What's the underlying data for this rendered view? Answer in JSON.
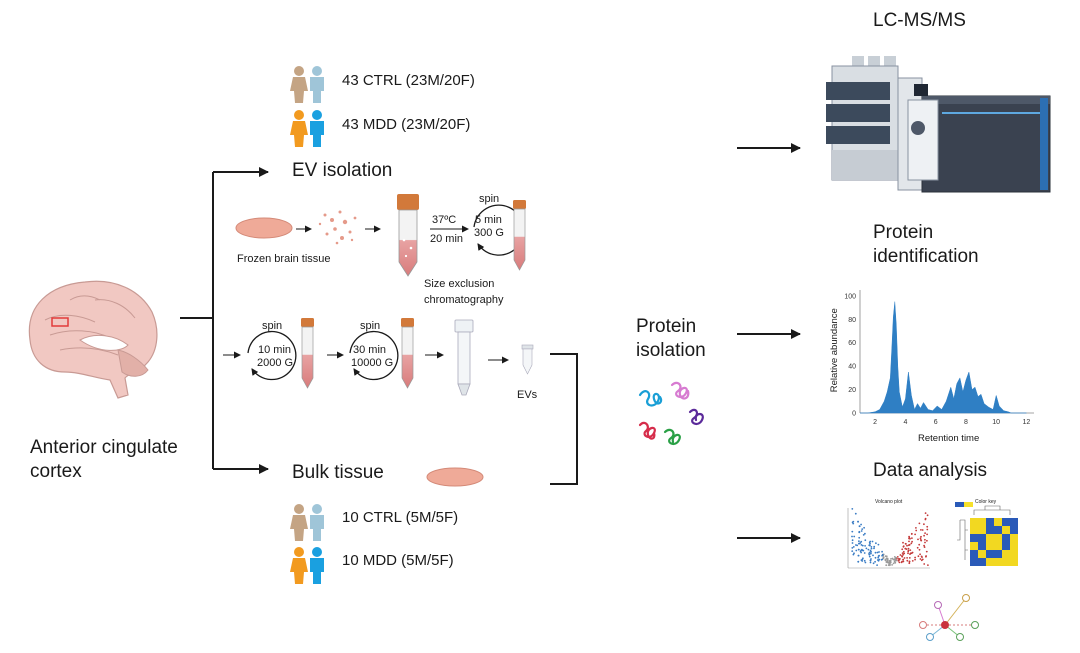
{
  "cohorts": {
    "ev": {
      "ctrl": "43 CTRL (23M/20F)",
      "mdd": "43 MDD (23M/20F)"
    },
    "bulk": {
      "ctrl": "10 CTRL (5M/5F)",
      "mdd": "10 MDD (5M/5F)"
    }
  },
  "region": {
    "line1": "Anterior cingulate",
    "line2": "cortex"
  },
  "ev_isolation": {
    "title": "EV isolation",
    "frozen_tissue": "Frozen brain tissue",
    "incubation_temp": "37ºC",
    "incubation_time": "20 min",
    "spin1_label": "spin",
    "spin1_time": "5 min",
    "spin1_force": "300 G",
    "sec_line1": "Size exclusion",
    "sec_line2": "chromatography",
    "spin2_label": "spin",
    "spin2_time": "10 min",
    "spin2_force": "2000 G",
    "spin3_label": "spin",
    "spin3_time": "30 min",
    "spin3_force": "10000 G",
    "evs": "EVs"
  },
  "bulk": {
    "title": "Bulk tissue"
  },
  "protein_isolation": {
    "line1": "Protein",
    "line2": "isolation"
  },
  "lcms": {
    "title": "LC-MS/MS"
  },
  "protein_identification": {
    "line1": "Protein",
    "line2": "identification"
  },
  "data_analysis": {
    "title": "Data analysis",
    "volcano_title": "Volcano plot",
    "heatmap_legend": "Color key"
  },
  "colors": {
    "ctrl_female": "#c4a484",
    "ctrl_male": "#9fc5d8",
    "mdd_female": "#f29a1f",
    "mdd_male": "#1aa0e0",
    "tube_cap": "#d2793a",
    "chromatogram": "#2f7fc4",
    "arrow": "#1a1a1a"
  },
  "chart_data": {
    "type": "area",
    "title": "",
    "xlabel": "Retention time",
    "ylabel": "Relative abundance",
    "xlim": [
      1,
      12.5
    ],
    "ylim": [
      0,
      105
    ],
    "x_ticks": [
      "2",
      "4",
      "6",
      "8",
      "10",
      "12"
    ],
    "y_ticks": [
      "0",
      "20",
      "40",
      "60",
      "80",
      "100"
    ],
    "series": [
      {
        "x": [
          1.0,
          1.5,
          2.0,
          2.3,
          2.6,
          2.8,
          3.0,
          3.1,
          3.2,
          3.3,
          3.4,
          3.5,
          3.6,
          3.8,
          4.0,
          4.2,
          4.4,
          4.6,
          4.8,
          5.0,
          5.2,
          5.5,
          5.8,
          6.1,
          6.4,
          6.7,
          7.0,
          7.2,
          7.4,
          7.6,
          7.8,
          8.0,
          8.2,
          8.4,
          8.6,
          8.8,
          9.0,
          9.2,
          9.5,
          9.8,
          10.0,
          10.2,
          10.5,
          10.8,
          11.0,
          11.5,
          12.0
        ],
        "y": [
          0,
          0,
          1,
          3,
          10,
          18,
          30,
          55,
          82,
          95,
          75,
          40,
          18,
          5,
          12,
          35,
          15,
          3,
          8,
          4,
          9,
          3,
          2,
          6,
          3,
          10,
          22,
          12,
          25,
          30,
          18,
          28,
          35,
          20,
          22,
          14,
          16,
          8,
          5,
          3,
          15,
          6,
          2,
          1,
          0,
          0,
          0
        ]
      }
    ]
  }
}
